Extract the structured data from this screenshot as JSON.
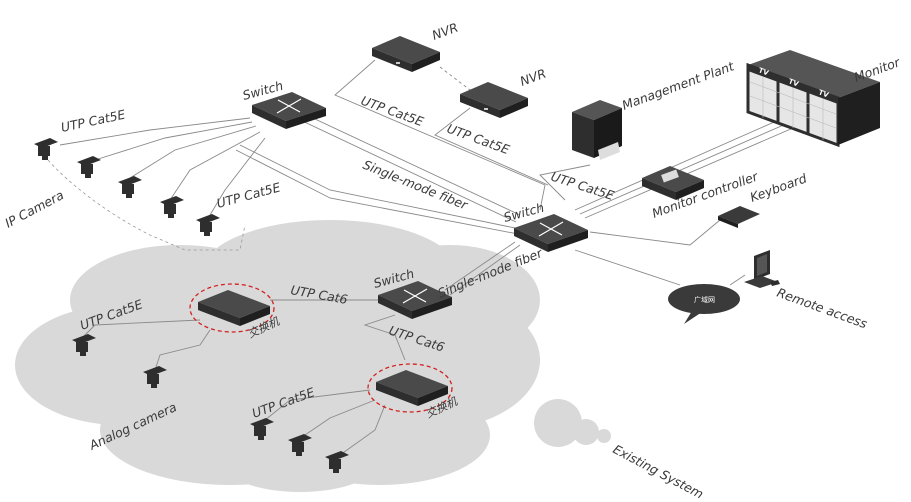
{
  "labels": {
    "nvr_1": "NVR",
    "nvr_2": "NVR",
    "management_plant": "Management Plant",
    "monitor": "Monitor",
    "tv": "TV",
    "switch_top": "Switch",
    "switch_center": "Switch",
    "switch_lower": "Switch",
    "utp_cat5e_top_left": "UTP Cat5E",
    "utp_cat5e_mid_left": "UTP Cat5E",
    "utp_cat5e_nvr_a": "UTP Cat5E",
    "utp_cat5e_nvr_b": "UTP Cat5E",
    "utp_cat5e_mgmt": "UTP Cat5E",
    "single_mode_fiber_top": "Single-mode fiber",
    "single_mode_fiber_lower": "Single-mode fiber",
    "ip_camera": "IP Camera",
    "monitor_controller": "Monitor controller",
    "keyboard": "Keyboard",
    "remote_access": "Remote access",
    "wan_bubble": "广域网",
    "utp_cat6_a": "UTP Cat6",
    "utp_cat6_b": "UTP Cat6",
    "utp_cat5e_analog_a": "UTP Cat5E",
    "utp_cat5e_analog_b": "UTP Cat5E",
    "switch_cn_a": "交换机",
    "switch_cn_b": "交换机",
    "analog_camera": "Analog camera",
    "existing_system": "Existing System"
  },
  "colors": {
    "device_dark": "#2e2e2e",
    "device_top": "#4a4a4a",
    "cloud": "#d9d9d9",
    "cable": "#8a8a8a",
    "highlight_ring": "#d42020",
    "text": "#3a3a3a"
  }
}
